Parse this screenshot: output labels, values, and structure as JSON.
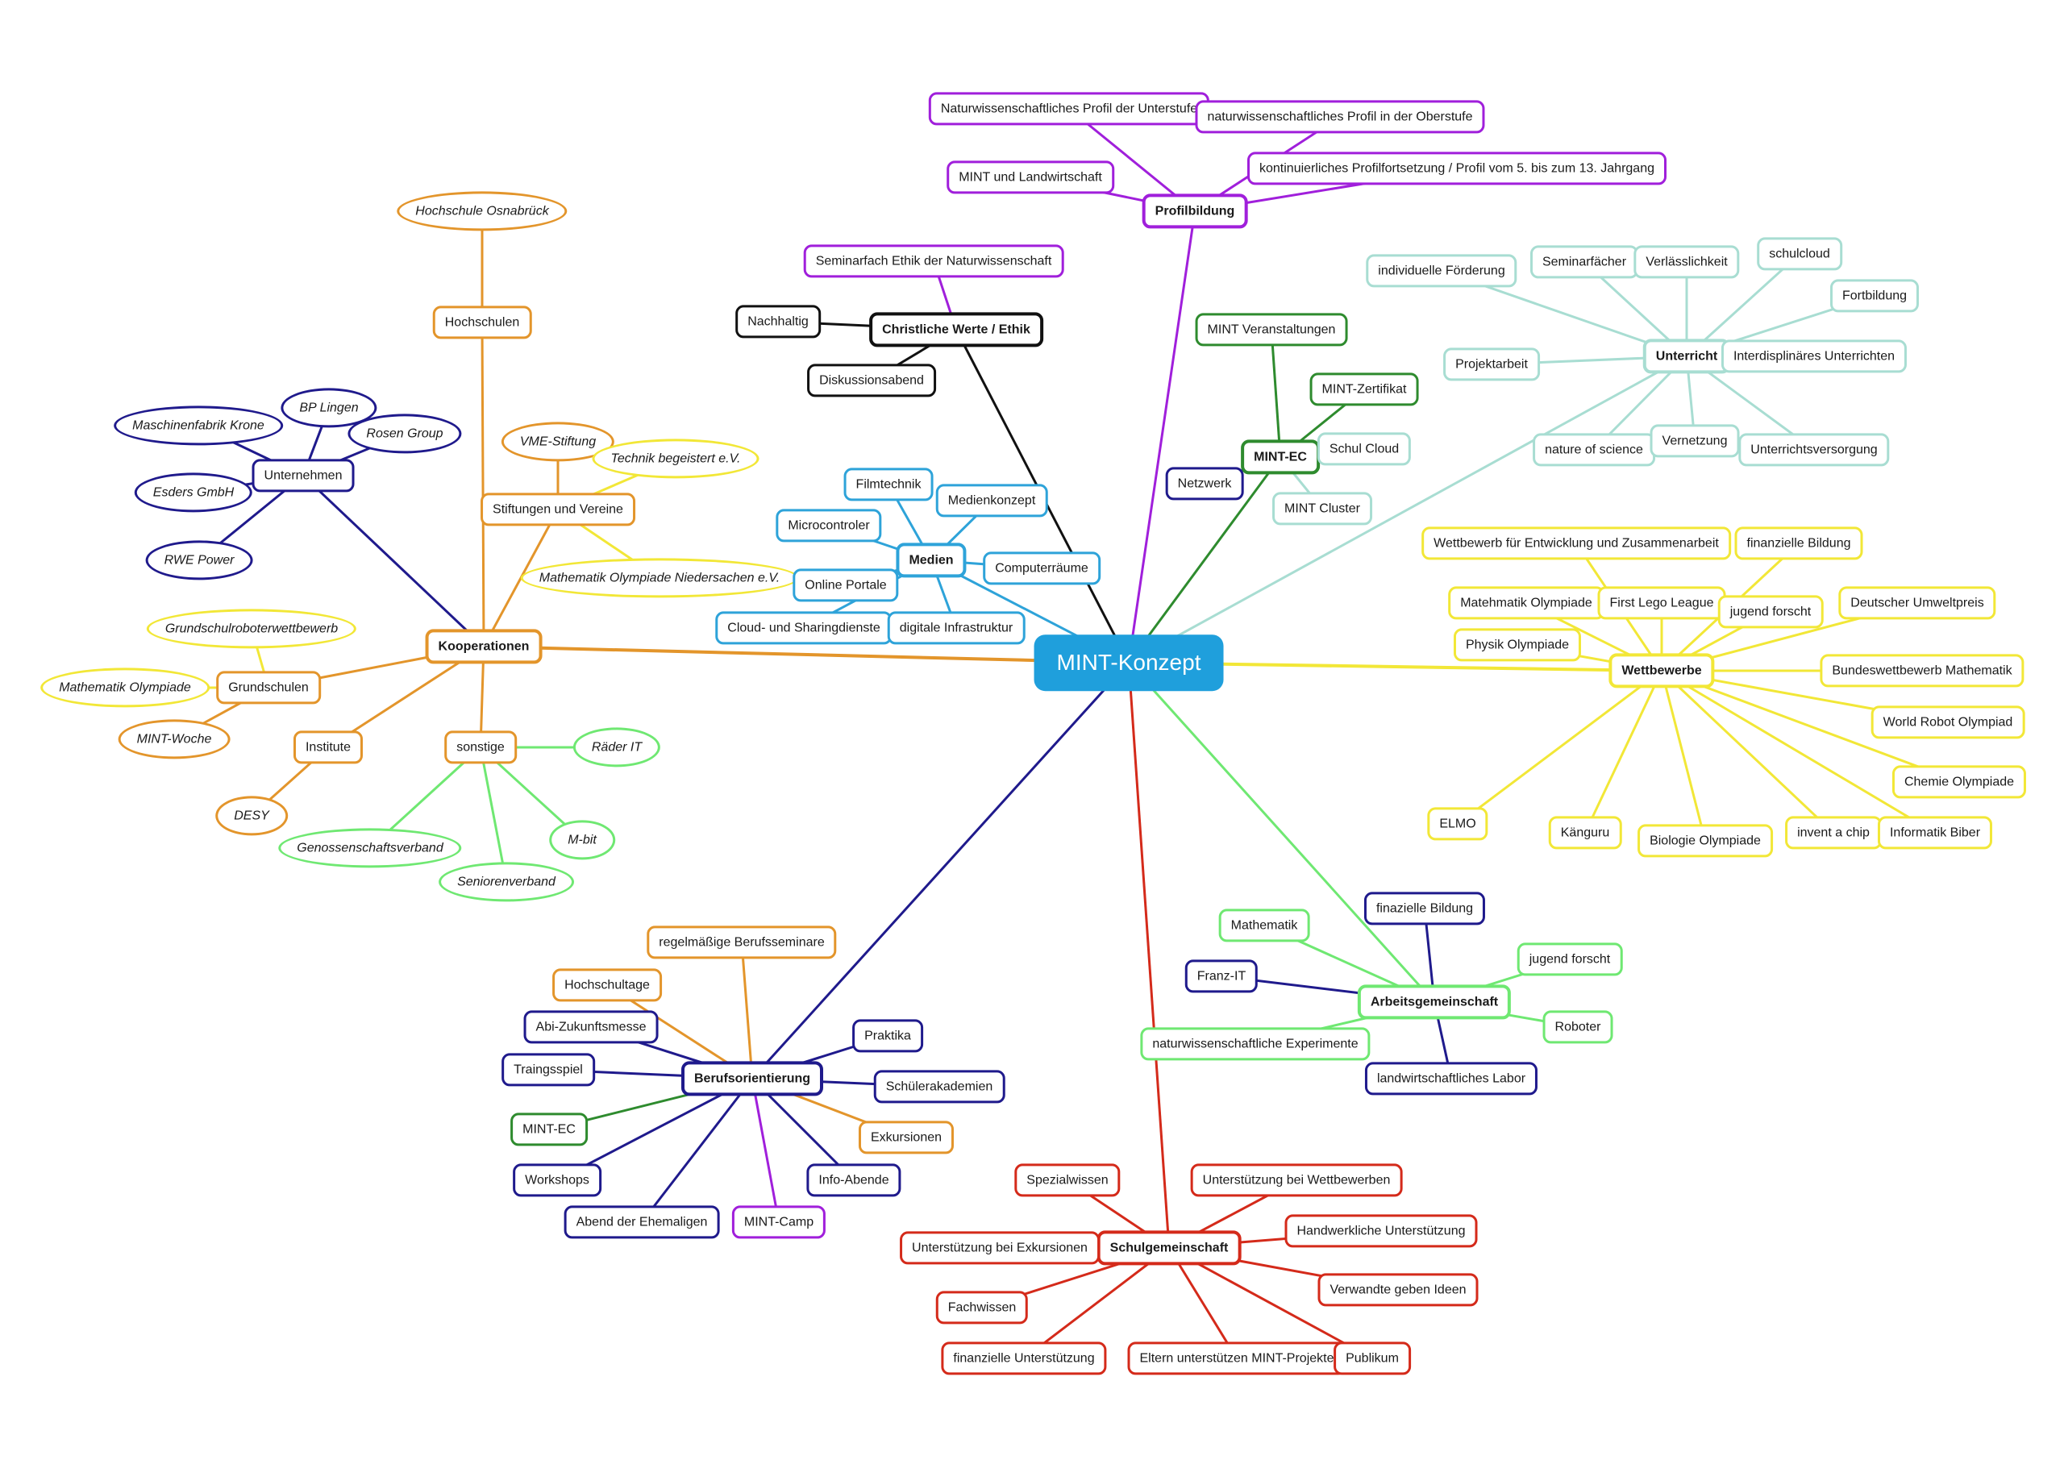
{
  "colors": {
    "center": "#1f9fdc",
    "kooperationen": "#e3952b",
    "unternehmen": "#1f1a8c",
    "gelb": "#f2e737",
    "gruen_hell": "#6fe872",
    "profil": "#a01fdb",
    "ethik": "#111111",
    "medien": "#2ea3d9",
    "mintec": "#2e8b2e",
    "unterricht": "#a8ddd2",
    "wettbewerbe": "#f2e737",
    "schule": "#d42a1a",
    "beruf": "#1f1a8c"
  },
  "center": {
    "label": "MINT-Konzept"
  },
  "kooperationen": {
    "label": "Kooperationen",
    "hochschulen": "Hochschulen",
    "hochschule_osnabrueck": "Hochschule Osnabrück",
    "unternehmen": "Unternehmen",
    "maschinenfabrik": "Maschinenfabrik Krone",
    "bp_lingen": "BP Lingen",
    "rosen_group": "Rosen Group",
    "esders": "Esders GmbH",
    "rwe": "RWE Power",
    "stiftungen": "Stiftungen und Vereine",
    "vme": "VME-Stiftung",
    "technik_begeistert": "Technik begeistert e.V.",
    "mathe_olymp_nds": "Mathematik Olympiade Niedersachen e.V.",
    "grundschulen": "Grundschulen",
    "grundschulroboter": "Grundschulroboterwettbewerb",
    "mathe_olymp": "Mathematik Olympiade",
    "mint_woche": "MINT-Woche",
    "institute": "Institute",
    "desy": "DESY",
    "sonstige": "sonstige",
    "raeder_it": "Räder IT",
    "m_bit": "M-bit",
    "genossenschaft": "Genossenschaftsverband",
    "senioren": "Seniorenverband"
  },
  "profilbildung": {
    "label": "Profilbildung",
    "unterstufe": "Naturwissenschaftliches Profil der Unterstufe",
    "oberstufe": "naturwissenschaftliches Profil in der Oberstufe",
    "landwirtschaft": "MINT und Landwirtschaft",
    "fortsetzung": "kontinuierliches Profilfortsetzung  / Profil vom 5. bis zum 13. Jahrgang"
  },
  "ethik": {
    "label": "Christliche Werte / Ethik",
    "seminarfach": "Seminarfach Ethik der Naturwissenschaft",
    "nachhaltig": "Nachhaltig",
    "diskussion": "Diskussionsabend"
  },
  "medien": {
    "label": "Medien",
    "filmtechnik": "Filmtechnik",
    "medienkonzept": "Medienkonzept",
    "microcontroler": "Microcontroler",
    "computerraeume": "Computerräume",
    "online_portale": "Online Portale",
    "cloud": "Cloud- und Sharingdienste",
    "infrastruktur": "digitale Infrastruktur"
  },
  "mintec": {
    "label": "MINT-EC",
    "veranstaltungen": "MINT Veranstaltungen",
    "zertifikat": "MINT-Zertifikat",
    "schul_cloud": "Schul Cloud",
    "netzwerk": "Netzwerk",
    "cluster": "MINT Cluster"
  },
  "unterricht": {
    "label": "Unterricht",
    "foerderung": "individuelle Förderung",
    "seminarfaecher": "Seminarfächer",
    "verlaesslichkeit": "Verlässlichkeit",
    "schulcloud": "schulcloud",
    "fortbildung": "Fortbildung",
    "projektarbeit": "Projektarbeit",
    "interdisziplinaer": "Interdisplinäres Unterrichten",
    "nature": "nature of science",
    "vernetzung": "Vernetzung",
    "versorgung": "Unterrichtsversorgung"
  },
  "wettbewerbe": {
    "label": "Wettbewerbe",
    "entwicklung": "Wettbewerb für Entwicklung und Zusammenarbeit",
    "finanzielle_bildung": "finanzielle Bildung",
    "mathe_olymp": "Matehmatik Olympiade",
    "first_lego": "First Lego League",
    "jugend_forscht": "jugend forscht",
    "umweltpreis": "Deutscher Umweltpreis",
    "physik_olymp": "Physik Olympiade",
    "bundeswettbewerb": "Bundeswettbewerb Mathematik",
    "world_robot": "World Robot Olympiad",
    "chemie_olymp": "Chemie Olympiade",
    "elmo": "ELMO",
    "kaenguru": "Känguru",
    "biologie_olymp": "Biologie Olympiade",
    "invent_chip": "invent a chip",
    "informatik_biber": "Informatik Biber"
  },
  "ag": {
    "label": "Arbeitsgemeinschaft",
    "mathematik": "Mathematik",
    "finanzielle_bildung": "finazielle Bildung",
    "jugend_forscht": "jugend forscht",
    "franz_it": "Franz-IT",
    "roboter": "Roboter",
    "experimente": "naturwissenschaftliche Experimente",
    "labor": "landwirtschaftliches Labor"
  },
  "schulgemeinschaft": {
    "label": "Schulgemeinschaft",
    "spezialwissen": "Spezialwissen",
    "unterstuetzung_wettbewerbe": "Unterstützung bei  Wettbewerben",
    "handwerklich": "Handwerkliche Unterstützung",
    "exkursionen": "Unterstützung bei Exkursionen",
    "verwandte": "Verwandte geben Ideen",
    "fachwissen": "Fachwissen",
    "finanziell": "finanzielle Unterstützung",
    "eltern": "Eltern unterstützen MINT-Projekte",
    "publikum": "Publikum"
  },
  "berufsorientierung": {
    "label": "Berufsorientierung",
    "seminare": "regelmäßige Berufsseminare",
    "hochschultage": "Hochschultage",
    "abi_messe": "Abi-Zukunftsmesse",
    "traingsspiel": "Traingsspiel",
    "mint_ec": "MINT-EC",
    "workshops": "Workshops",
    "ehemalige": "Abend der Ehemaligen",
    "mint_camp": "MINT-Camp",
    "praktika": "Praktika",
    "schuelerakademien": "Schülerakademien",
    "exkursionen": "Exkursionen",
    "info_abende": "Info-Abende"
  }
}
